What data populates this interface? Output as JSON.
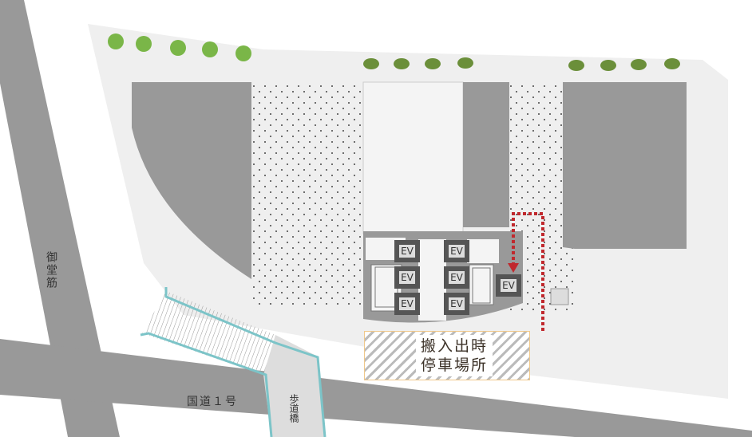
{
  "labels": {
    "midosuji": "御堂筋",
    "route1": "国道１号",
    "footbridge": "歩道橋",
    "parking_line1": "搬入出時",
    "parking_line2": "停車場所"
  },
  "elevators": [
    "EV",
    "EV",
    "EV",
    "EV",
    "EV",
    "EV",
    "EV"
  ],
  "colors": {
    "road": "#999999",
    "site": "#efefef",
    "building": "#999999",
    "bridge": "#7cc4c8",
    "route": "#c0282d",
    "parking_border": "#f0c88a"
  }
}
